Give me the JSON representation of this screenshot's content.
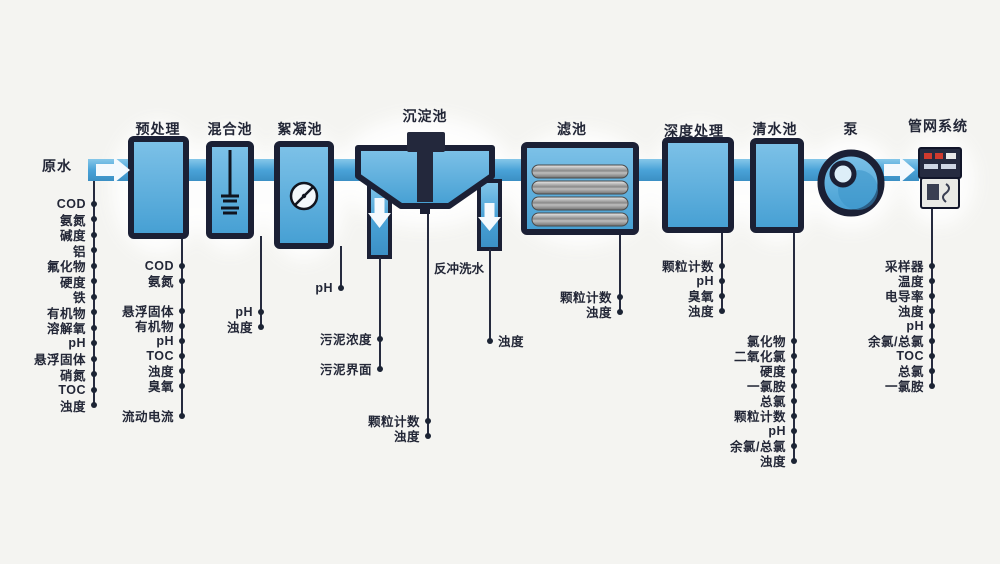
{
  "source": {
    "label": "原水"
  },
  "stages": [
    {
      "id": "pretreatment",
      "title": "预处理"
    },
    {
      "id": "mixing-tank",
      "title": "混合池"
    },
    {
      "id": "flocculation-tank",
      "title": "絮凝池"
    },
    {
      "id": "sedimentation-tank",
      "title": "沉淀池"
    },
    {
      "id": "filter-tank",
      "title": "滤池"
    },
    {
      "id": "advanced-treatment",
      "title": "深度处理"
    },
    {
      "id": "clear-water-tank",
      "title": "清水池"
    },
    {
      "id": "pump",
      "title": "泵"
    },
    {
      "id": "pipe-network",
      "title": "管网系统"
    }
  ],
  "annotations": {
    "backwash_water": "反冲洗水"
  },
  "param_lists": {
    "raw_water": [
      "COD",
      "氨氮",
      "碱度",
      "铝",
      "氟化物",
      "硬度",
      "铁",
      "有机物",
      "溶解氧",
      "pH",
      "悬浮固体",
      "硝氮",
      "TOC",
      "浊度"
    ],
    "pretreatment": [
      "COD",
      "氨氮",
      "",
      "悬浮固体",
      "有机物",
      "pH",
      "TOC",
      "浊度",
      "臭氧",
      "",
      "流动电流"
    ],
    "mixing": [
      "pH",
      "浊度"
    ],
    "flocculation": [
      "pH"
    ],
    "sludge": [
      "污泥浓度",
      "",
      "污泥界面"
    ],
    "sedimentation": [
      "颗粒计数",
      "浊度"
    ],
    "backwash": [
      "浊度"
    ],
    "filter": [
      "颗粒计数",
      "浊度"
    ],
    "advanced": [
      "颗粒计数",
      "pH",
      "臭氧",
      "浊度"
    ],
    "clear_water": [
      "氯化物",
      "二氧化氯",
      "硬度",
      "一氯胺",
      "总氯",
      "颗粒计数",
      "pH",
      "余氯/总氯",
      "浊度"
    ],
    "network": [
      "采样器",
      "温度",
      "电导率",
      "浊度",
      "pH",
      "余氯/总氯",
      "TOC",
      "总氯",
      "一氯胺"
    ]
  },
  "colors": {
    "background": "#f4f4f1",
    "pipe": "#4aa3d8",
    "tank": "#57ace0",
    "outline": "#1b2035",
    "text": "#232737",
    "dot": "#1c2434",
    "arrow": "#f4f9fd",
    "indicator_red": "#d03a2e",
    "metal": "#9a9a9a"
  }
}
